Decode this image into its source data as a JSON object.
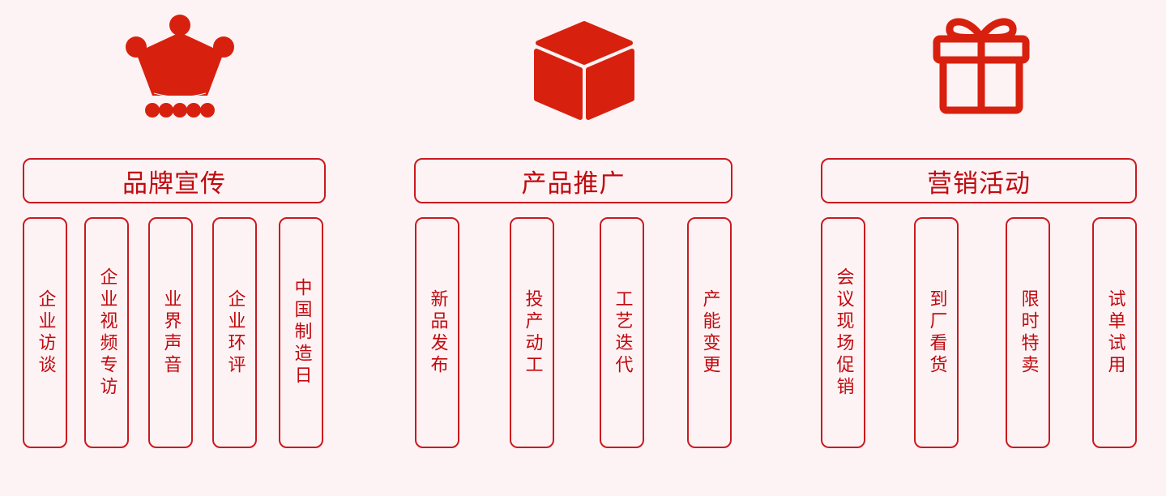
{
  "colors": {
    "accent": "#d8200f",
    "border": "#c91a1f",
    "text": "#c00a0f",
    "background": "#fdf3f4"
  },
  "columns": [
    {
      "icon": "crown-icon",
      "title": "品牌宣传",
      "items": [
        "企业访谈",
        "企业视频专访",
        "业界声音",
        "企业环评",
        "中国制造日"
      ]
    },
    {
      "icon": "box-icon",
      "title": "产品推广",
      "items": [
        "新品发布",
        "投产动工",
        "工艺迭代",
        "产能变更"
      ]
    },
    {
      "icon": "gift-icon",
      "title": "营销活动",
      "items": [
        "会议现场促销",
        "到厂看货",
        "限时特卖",
        "试单试用"
      ]
    }
  ]
}
